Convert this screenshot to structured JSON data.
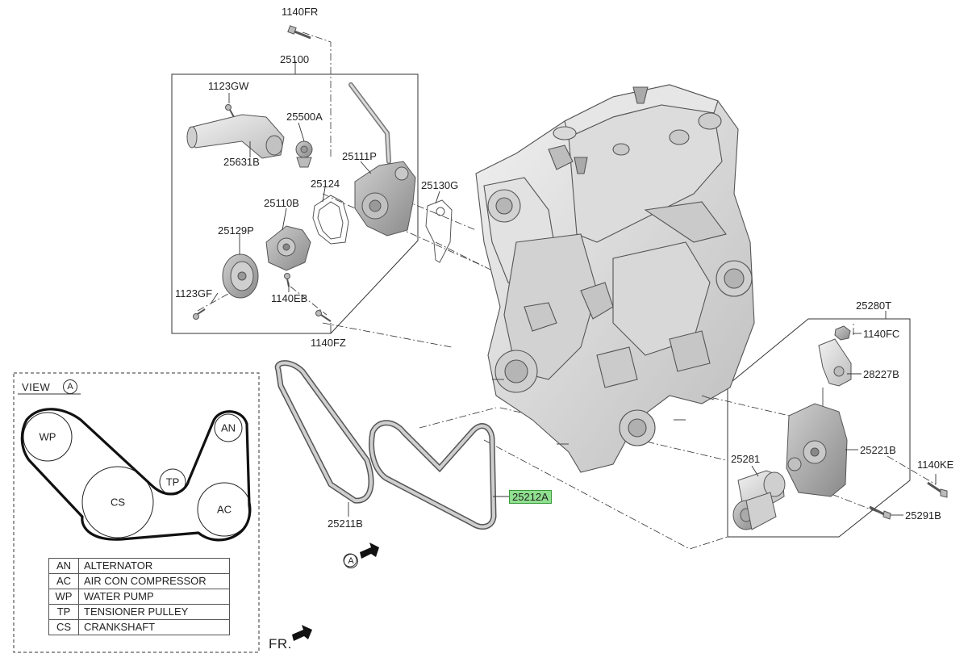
{
  "labels": {
    "p1140FR": "1140FR",
    "p25100": "25100",
    "p1123GW": "1123GW",
    "p25500A": "25500A",
    "p25631B": "25631B",
    "p25111P": "25111P",
    "p25124": "25124",
    "p25130G": "25130G",
    "p25110B": "25110B",
    "p25129P": "25129P",
    "p1123GF": "1123GF",
    "p1140EB": "1140EB",
    "p1140FZ": "1140FZ",
    "p25211B": "25211B",
    "p25212A": "25212A",
    "p25280T": "25280T",
    "p1140FC": "1140FC",
    "p28227B": "28227B",
    "p25221B": "25221B",
    "p25281": "25281",
    "p1140KE": "1140KE",
    "p25291B": "25291B"
  },
  "view": {
    "title": "VIEW",
    "marker": "A",
    "pulleys": {
      "wp": "WP",
      "an": "AN",
      "tp": "TP",
      "cs": "CS",
      "ac": "AC"
    }
  },
  "legend": [
    {
      "code": "AN",
      "name": "ALTERNATOR"
    },
    {
      "code": "AC",
      "name": "AIR CON COMPRESSOR"
    },
    {
      "code": "WP",
      "name": "WATER PUMP"
    },
    {
      "code": "TP",
      "name": "TENSIONER PULLEY"
    },
    {
      "code": "CS",
      "name": "CRANKSHAFT"
    }
  ],
  "direction": {
    "marker": "A",
    "front": "FR."
  },
  "colors": {
    "highlight": "#8fe08f",
    "part_fill": "#d7d7d7",
    "part_stroke": "#555555",
    "line": "#333333"
  }
}
